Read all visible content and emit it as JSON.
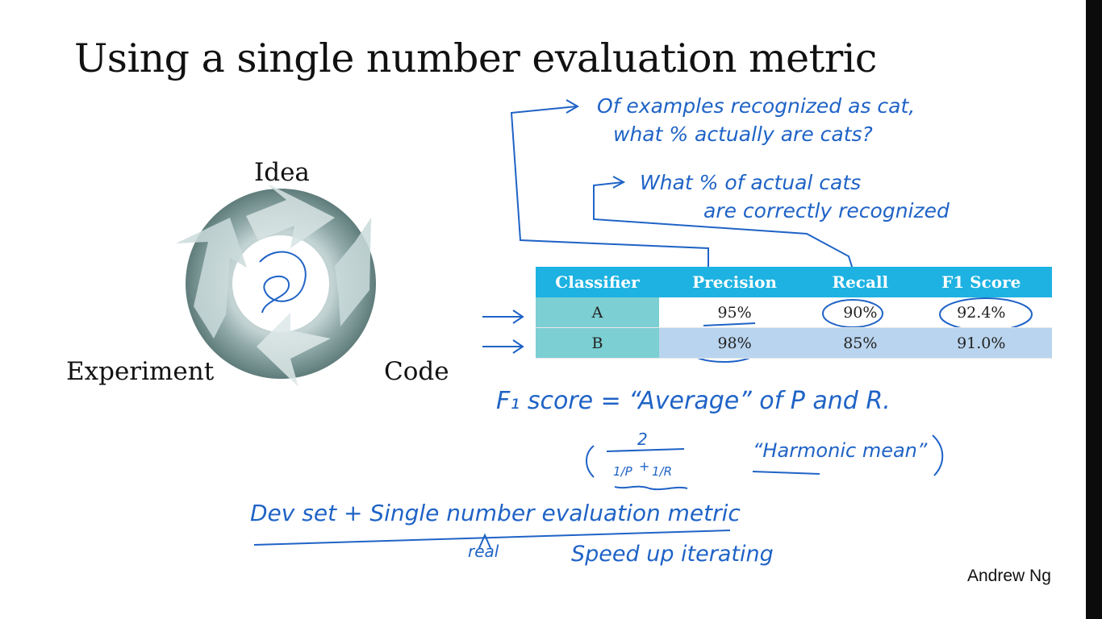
{
  "title": "Using a single number evaluation metric",
  "cycle": {
    "idea": "Idea",
    "experiment": "Experiment",
    "code": "Code"
  },
  "table": {
    "headers": [
      "Classifier",
      "Precision",
      "Recall",
      "F1 Score"
    ],
    "rows": [
      [
        "A",
        "95%",
        "90%",
        "92.4%"
      ],
      [
        "B",
        "98%",
        "85%",
        "91.0%"
      ]
    ]
  },
  "notes": {
    "precision_line1": "Of examples recognized as cat,",
    "precision_line2": "what % actually are cats?",
    "recall_line1": "What % of actual cats",
    "recall_line2": "are correctly recognized",
    "f1_definition": "F₁ score = “Average” of P and R.",
    "fraction_numerator": "2",
    "fraction_term1": "1/P",
    "fraction_plus": "+",
    "fraction_term2": "1/R",
    "harmonic_note": "“Harmonic mean”",
    "dev_set_line": "Dev set + Single number evaluation metric",
    "real_word": "real",
    "speed_line": "Speed up iterating"
  },
  "author": "Andrew Ng",
  "colors": {
    "header": "#1db2e2",
    "classifier_col": "#7ccfd2",
    "row_highlight": "#b9d4ee",
    "ink": "#1f63c6"
  }
}
